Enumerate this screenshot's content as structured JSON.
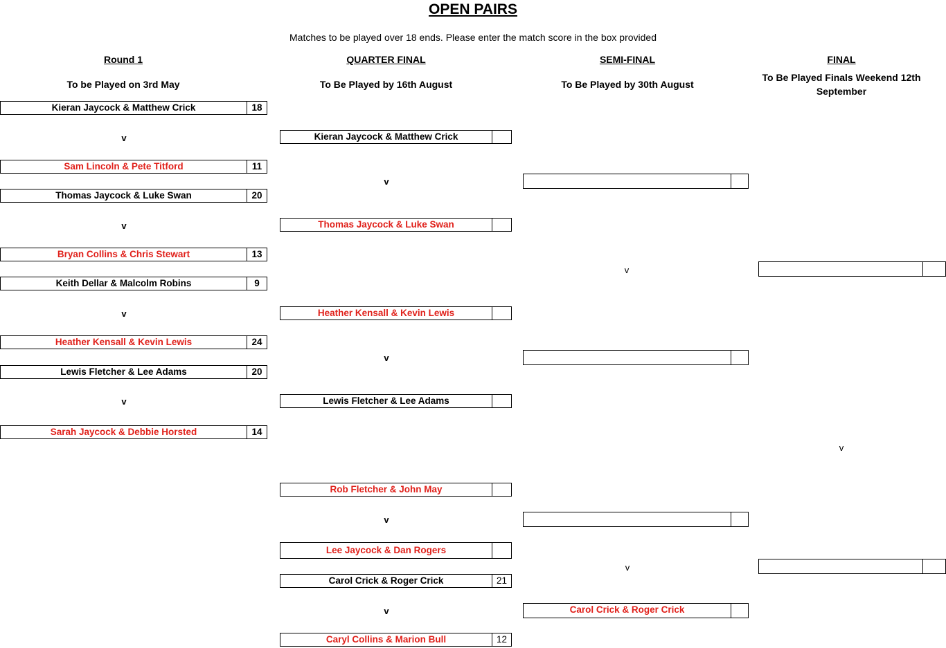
{
  "title": "OPEN PAIRS",
  "subtitle": "Matches to be played over 18 ends. Please enter the match score in the box provided",
  "rounds": [
    {
      "heading": "Round 1",
      "date": "To be Played on 3rd May"
    },
    {
      "heading": "QUARTER FINAL",
      "date": "To Be Played by 16th August"
    },
    {
      "heading": "SEMI-FINAL",
      "date": "To Be Played by 30th August"
    },
    {
      "heading": "FINAL",
      "date": "To Be Played Finals Weekend 12th September"
    }
  ],
  "vs_label": "v",
  "round1": [
    {
      "name": "Kieran Jaycock & Matthew Crick",
      "score": "18",
      "status": "winner"
    },
    {
      "name": "Sam Lincoln & Pete Titford",
      "score": "11",
      "status": "eliminated"
    },
    {
      "name": "Thomas Jaycock & Luke Swan",
      "score": "20",
      "status": "winner"
    },
    {
      "name": "Bryan Collins & Chris Stewart",
      "score": "13",
      "status": "eliminated"
    },
    {
      "name": "Keith Dellar & Malcolm Robins",
      "score": "9",
      "status": "eliminated-black"
    },
    {
      "name": "Heather Kensall & Kevin Lewis",
      "score": "24",
      "status": "eliminated"
    },
    {
      "name": "Lewis Fletcher & Lee Adams",
      "score": "20",
      "status": "winner"
    },
    {
      "name": "Sarah Jaycock & Debbie Horsted",
      "score": "14",
      "status": "eliminated"
    }
  ],
  "quarter_final": [
    {
      "name": "Kieran Jaycock & Matthew Crick",
      "score": "",
      "status": "winner"
    },
    {
      "name": "Thomas Jaycock & Luke Swan",
      "score": "",
      "status": "eliminated"
    },
    {
      "name": "Heather Kensall & Kevin Lewis",
      "score": "",
      "status": "eliminated"
    },
    {
      "name": "Lewis Fletcher & Lee Adams",
      "score": "",
      "status": "winner"
    },
    {
      "name": "Rob Fletcher & John May",
      "score": "",
      "status": "eliminated"
    },
    {
      "name": "Lee Jaycock & Dan Rogers",
      "score": "",
      "status": "eliminated"
    },
    {
      "name": "Carol Crick & Roger Crick",
      "score": "21",
      "status": "winner"
    },
    {
      "name": "Caryl Collins & Marion Bull",
      "score": "12",
      "status": "eliminated"
    }
  ],
  "semi_final": [
    {
      "name": "",
      "score": "",
      "status": "winner"
    },
    {
      "name": "",
      "score": "",
      "status": "winner"
    },
    {
      "name": "",
      "score": "",
      "status": "winner"
    },
    {
      "name": "Carol Crick & Roger Crick",
      "score": "",
      "status": "eliminated"
    }
  ],
  "final": [
    {
      "name": "",
      "score": "",
      "status": "winner"
    },
    {
      "name": "",
      "score": "",
      "status": "winner"
    }
  ],
  "colors": {
    "eliminated": "#e0201a",
    "winner": "#000000"
  }
}
